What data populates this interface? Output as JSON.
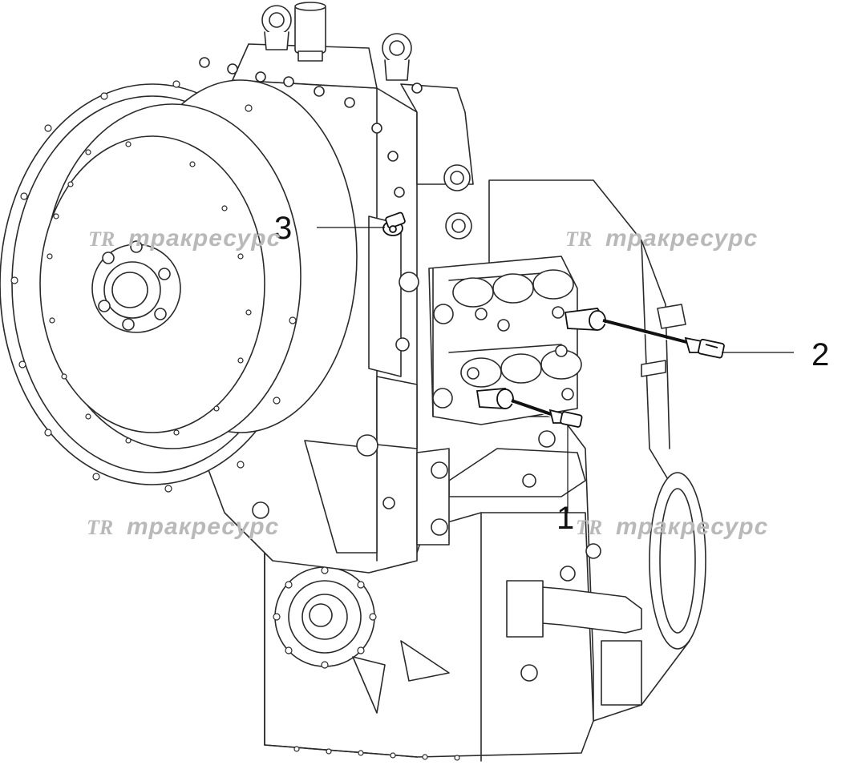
{
  "diagram": {
    "callouts": [
      {
        "id": "1",
        "label": "1"
      },
      {
        "id": "2",
        "label": "2"
      },
      {
        "id": "3",
        "label": "3"
      }
    ],
    "watermark": {
      "logo": "TR",
      "text": "тракресурс"
    },
    "colors": {
      "line": "#2a2a2a",
      "watermark": "#b9b9b9",
      "background": "#ffffff"
    }
  }
}
